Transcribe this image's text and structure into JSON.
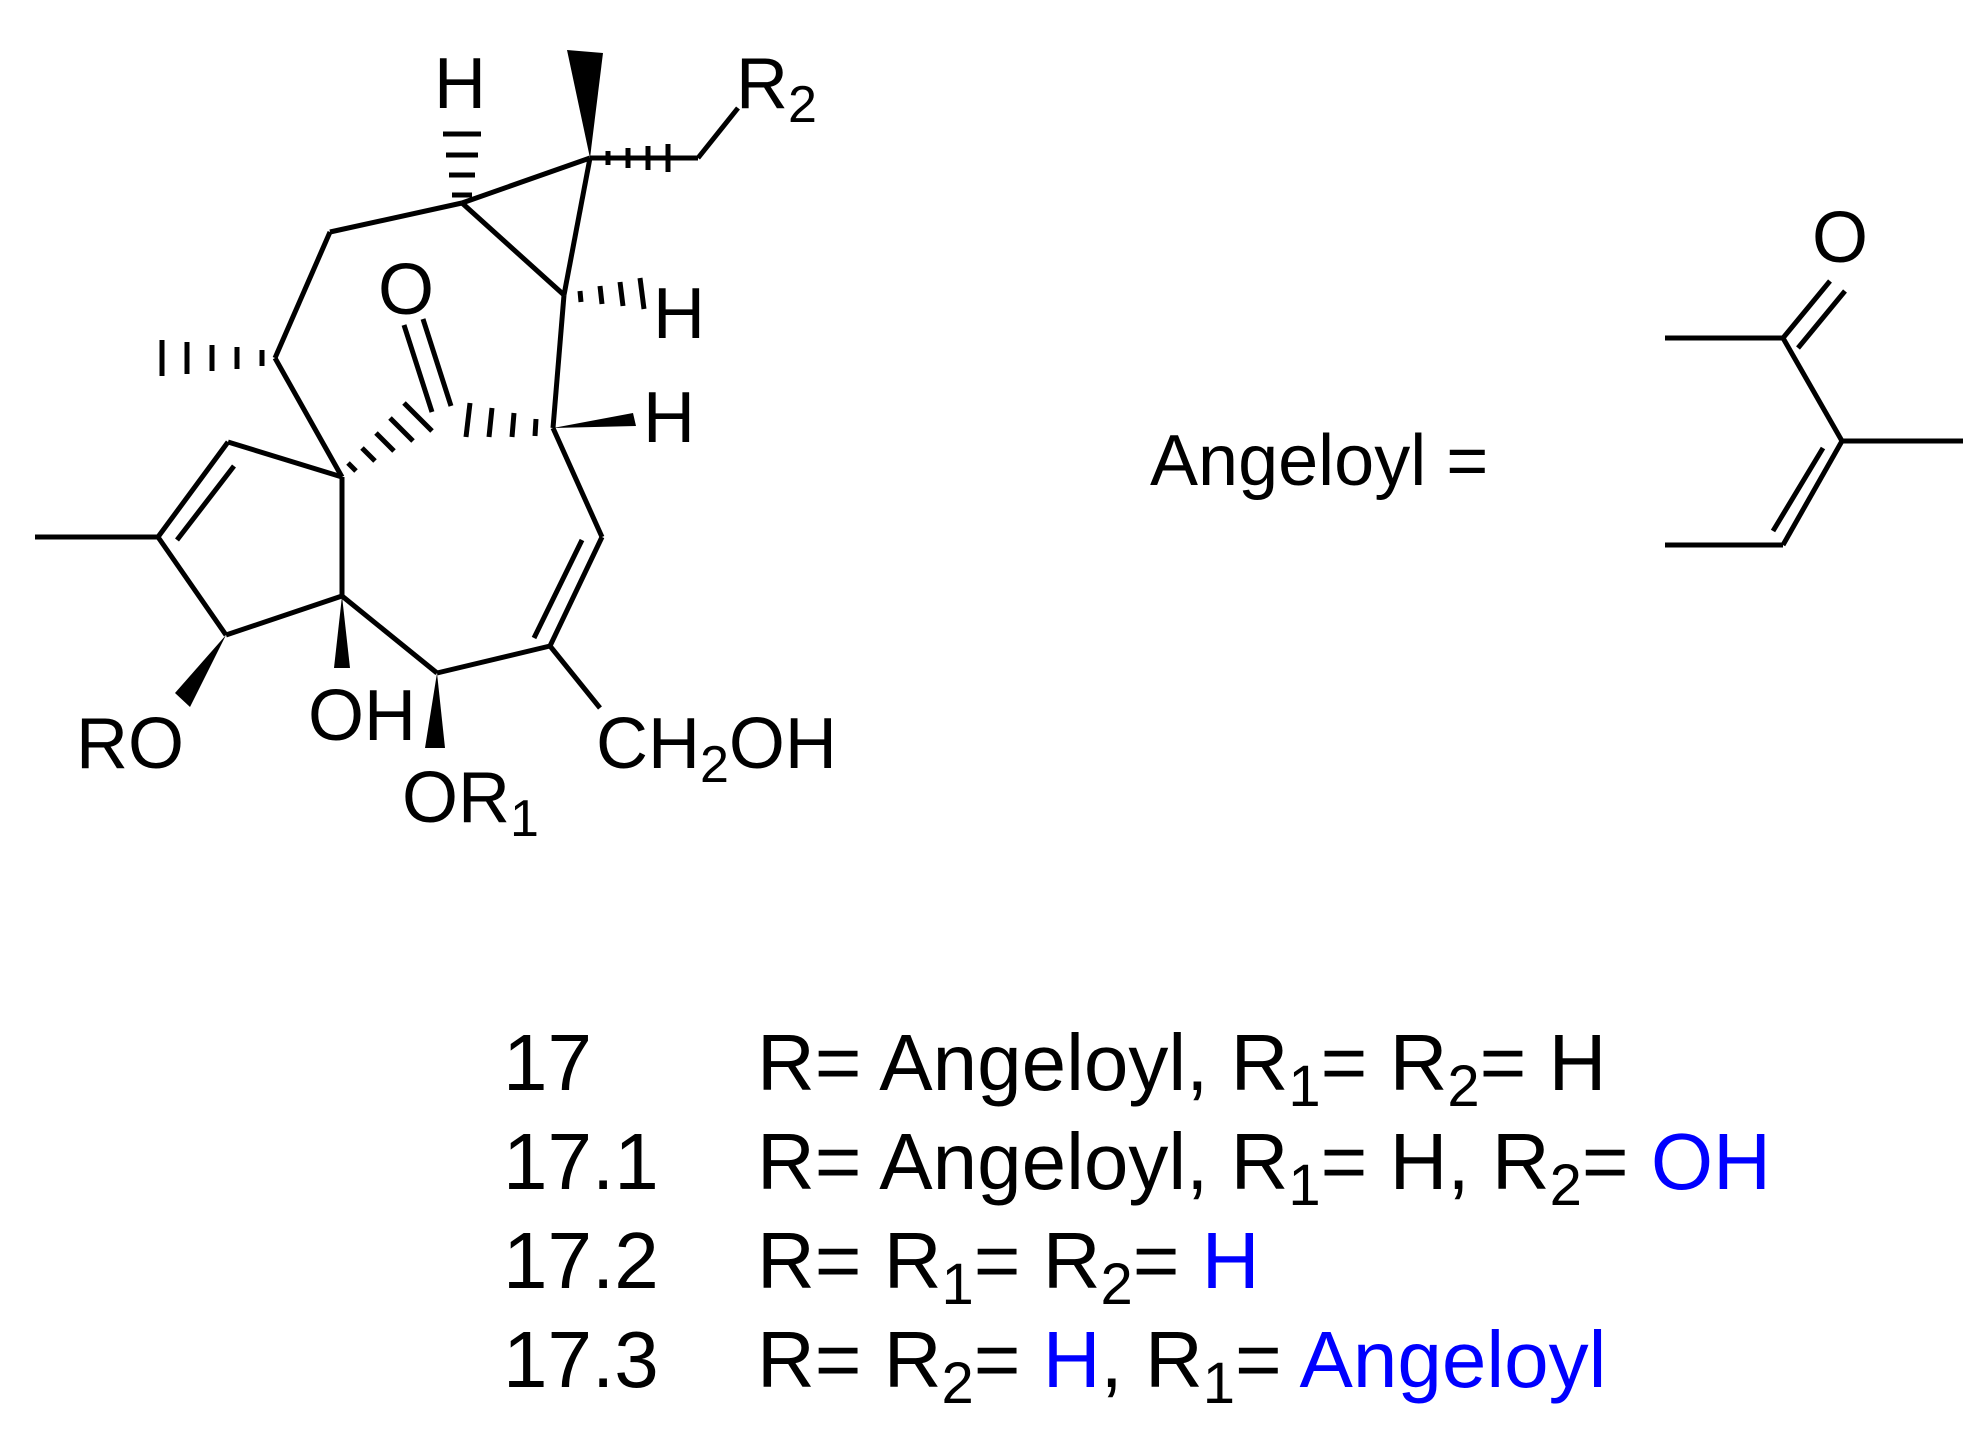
{
  "structure": {
    "labels": {
      "h_top": "H",
      "r2": "R",
      "r2_sub": "2",
      "o_ketone": "O",
      "h_cyclopropane": "H",
      "h_wedge": "H",
      "ro": "RO",
      "oh": "OH",
      "or1_main": "OR",
      "or1_sub": "1",
      "ch2oh_a": "CH",
      "ch2oh_sub": "2",
      "ch2oh_b": "OH"
    }
  },
  "angeloyl": {
    "label": "Angeloyl =",
    "o": "O"
  },
  "compounds": [
    {
      "id": "17",
      "parts": [
        {
          "t": "R= Angeloyl, R"
        },
        {
          "t": "1",
          "sub": true
        },
        {
          "t": "= R"
        },
        {
          "t": "2",
          "sub": true
        },
        {
          "t": "= H"
        }
      ]
    },
    {
      "id": "17.1",
      "parts": [
        {
          "t": "R= Angeloyl, R"
        },
        {
          "t": "1",
          "sub": true
        },
        {
          "t": "= H, R"
        },
        {
          "t": "2",
          "sub": true
        },
        {
          "t": "= "
        },
        {
          "t": "OH",
          "blue": true
        }
      ]
    },
    {
      "id": "17.2",
      "parts": [
        {
          "t": "R= R"
        },
        {
          "t": "1",
          "sub": true
        },
        {
          "t": "= R"
        },
        {
          "t": "2",
          "sub": true
        },
        {
          "t": "= "
        },
        {
          "t": "H",
          "blue": true
        }
      ]
    },
    {
      "id": "17.3",
      "parts": [
        {
          "t": "R= R"
        },
        {
          "t": "2",
          "sub": true
        },
        {
          "t": "= "
        },
        {
          "t": "H",
          "blue": true
        },
        {
          "t": ", R"
        },
        {
          "t": "1",
          "sub": true
        },
        {
          "t": "= "
        },
        {
          "t": "Angeloyl",
          "blue": true
        }
      ]
    }
  ],
  "colors": {
    "highlight": "#0000ff",
    "text": "#000000"
  }
}
